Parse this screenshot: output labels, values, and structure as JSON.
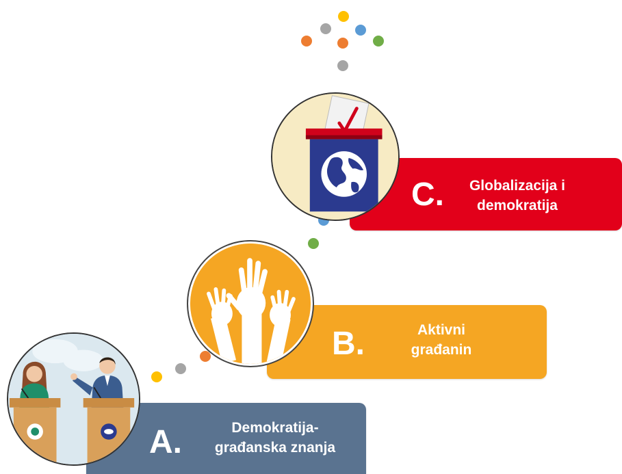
{
  "steps": [
    {
      "letter": "A.",
      "title_line1": "Demokratija-",
      "title_line2": "građanska znanja",
      "color": "#5a7390"
    },
    {
      "letter": "B.",
      "title_line1": "Aktivni",
      "title_line2": "građanin",
      "color": "#f5a623"
    },
    {
      "letter": "C.",
      "title_line1": "Globalizacija i",
      "title_line2": "demokratija",
      "color": "#e2001a"
    }
  ],
  "icons": [
    {
      "name": "debate-podium-icon",
      "depicts": "two speakers at podiums"
    },
    {
      "name": "raised-hands-icon",
      "depicts": "raised hands"
    },
    {
      "name": "ballot-box-globe-icon",
      "depicts": "ballot box with globe"
    }
  ],
  "dot_colors": {
    "orange": "#ed7d31",
    "gray": "#a5a5a5",
    "yellow": "#ffc000",
    "blue": "#5b9bd5",
    "green": "#70ad47"
  }
}
